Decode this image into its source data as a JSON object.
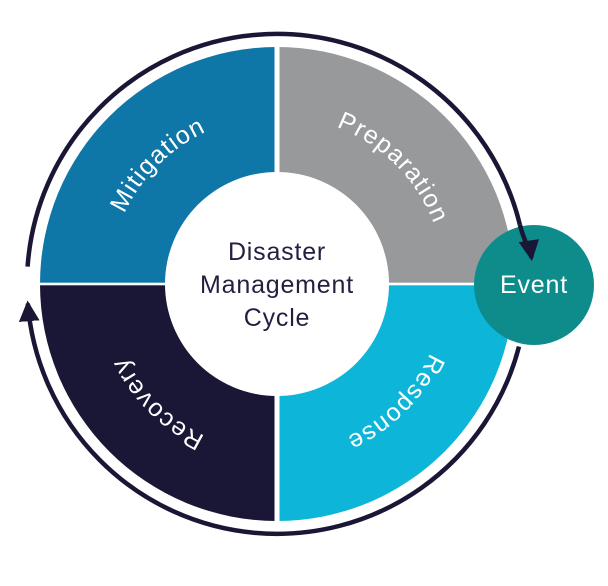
{
  "diagram": {
    "title_lines": [
      "Disaster",
      "Management",
      "Cycle"
    ],
    "title_color": "#221f40",
    "center_fill": "#ffffff"
  },
  "segments": [
    {
      "id": "mitigation",
      "label": "Mitigation",
      "color": "#0f76a8"
    },
    {
      "id": "preparation",
      "label": "Preparation",
      "color": "#97999b"
    },
    {
      "id": "response",
      "label": "Response",
      "color": "#0db6d9"
    },
    {
      "id": "recovery",
      "label": "Recovery",
      "color": "#1a1736"
    }
  ],
  "event": {
    "label": "Event",
    "color": "#0e8c8c",
    "text_color": "#ffffff"
  },
  "cycle_arrow": {
    "color": "#1a1736",
    "direction": "clockwise"
  },
  "label_color": "#ffffff",
  "background": "#ffffff"
}
